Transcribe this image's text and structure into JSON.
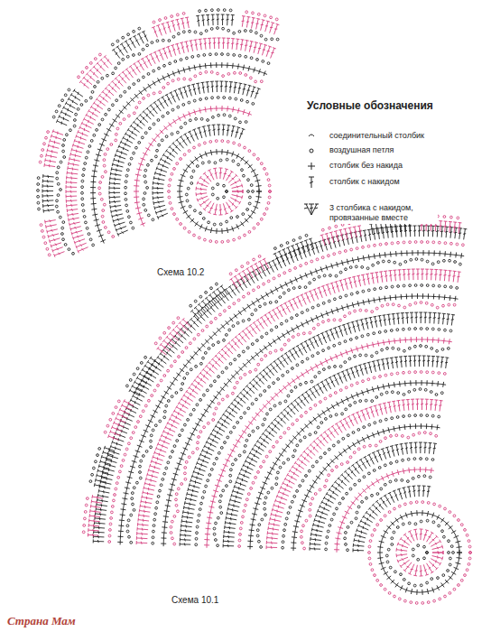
{
  "diagram": {
    "labels": [
      "Условные обозначения",
      "Схема 10.2",
      "Схема 10.1",
      "Страна Мам"
    ],
    "legend": [
      {
        "text": "соединительный столбик"
      },
      {
        "text": "воздушная петля"
      },
      {
        "text": "столбик без накида"
      },
      {
        "text": "столбик с накидом"
      },
      {
        "text": "3 столбика с накидом, провязанные вместе"
      }
    ]
  }
}
